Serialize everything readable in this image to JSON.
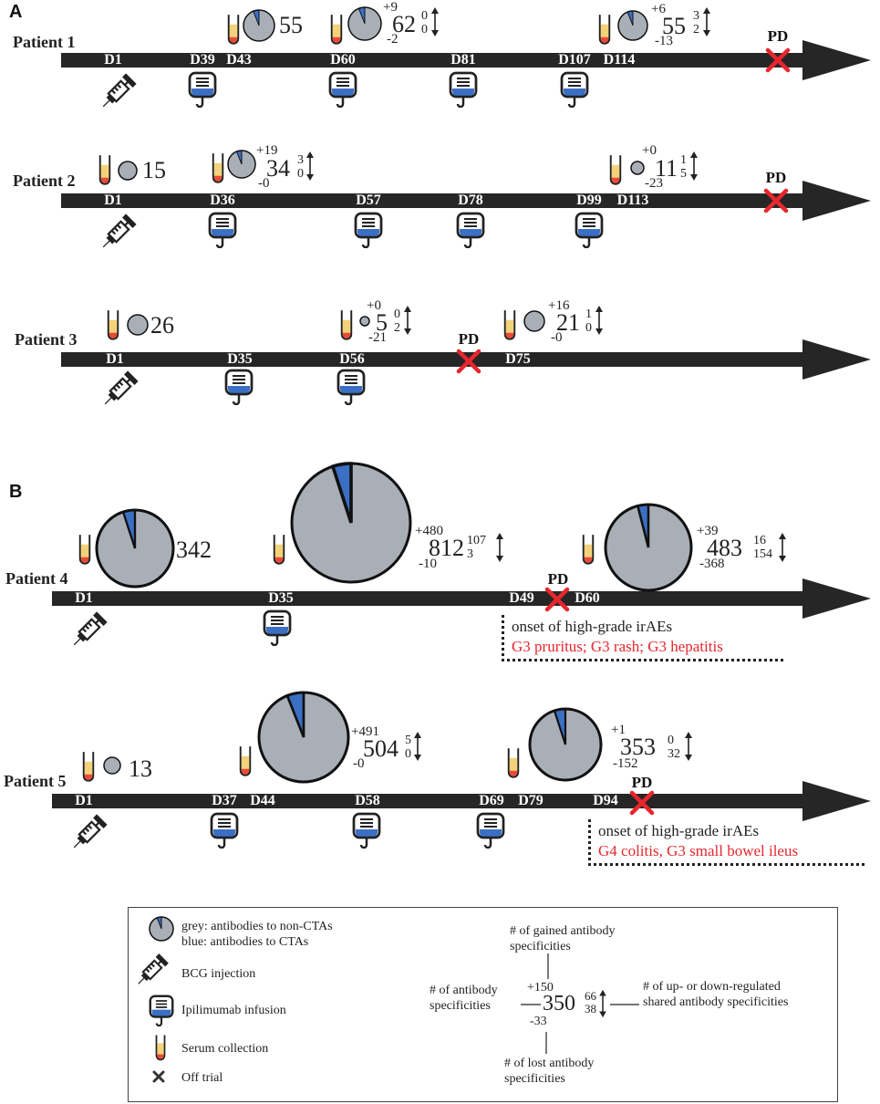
{
  "panels": {
    "a": "A",
    "b": "B"
  },
  "patients": [
    {
      "label": "Patient 1",
      "days": [
        "D1",
        "D39",
        "D43",
        "D60",
        "D81",
        "D107",
        "D114"
      ],
      "pd": "PD",
      "samples": [
        {
          "total": "55",
          "blue_fraction": 0.06
        },
        {
          "total": "62",
          "gain": "+9",
          "lost": "-2",
          "up": "0",
          "down": "0",
          "blue_fraction": 0.06
        },
        {
          "total": "55",
          "gain": "+6",
          "lost": "-13",
          "up": "3",
          "down": "2",
          "blue_fraction": 0.06
        }
      ]
    },
    {
      "label": "Patient 2",
      "days": [
        "D1",
        "D36",
        "D57",
        "D78",
        "D99",
        "D113"
      ],
      "pd": "PD",
      "samples": [
        {
          "total": "15",
          "blue_fraction": 0
        },
        {
          "total": "34",
          "gain": "+19",
          "lost": "-0",
          "up": "3",
          "down": "0",
          "blue_fraction": 0.06
        },
        {
          "total": "11",
          "gain": "+0",
          "lost": "-23",
          "up": "1",
          "down": "5",
          "blue_fraction": 0
        }
      ]
    },
    {
      "label": "Patient 3",
      "days": [
        "D1",
        "D35",
        "D56",
        "D75"
      ],
      "pd": "PD",
      "samples": [
        {
          "total": "26",
          "blue_fraction": 0
        },
        {
          "total": "5",
          "gain": "+0",
          "lost": "-21",
          "up": "0",
          "down": "2",
          "blue_fraction": 0
        },
        {
          "total": "21",
          "gain": "+16",
          "lost": "-0",
          "up": "1",
          "down": "0",
          "blue_fraction": 0
        }
      ]
    },
    {
      "label": "Patient 4",
      "days": [
        "D1",
        "D35",
        "D49",
        "D60"
      ],
      "pd": "PD",
      "samples": [
        {
          "total": "342",
          "blue_fraction": 0.05
        },
        {
          "total": "812",
          "gain": "+480",
          "lost": "-10",
          "up": "107",
          "down": "3",
          "blue_fraction": 0.05
        },
        {
          "total": "483",
          "gain": "+39",
          "lost": "-368",
          "up": "16",
          "down": "154",
          "blue_fraction": 0.04
        }
      ],
      "note": {
        "line1": "onset of high-grade irAEs",
        "line2": "G3 pruritus; G3 rash; G3 hepatitis"
      }
    },
    {
      "label": "Patient 5",
      "days": [
        "D1",
        "D37",
        "D44",
        "D58",
        "D69",
        "D79",
        "D94"
      ],
      "pd": "PD",
      "samples": [
        {
          "total": "13",
          "blue_fraction": 0
        },
        {
          "total": "504",
          "gain": "+491",
          "lost": "-0",
          "up": "5",
          "down": "0",
          "blue_fraction": 0.06
        },
        {
          "total": "353",
          "gain": "+1",
          "lost": "-152",
          "up": "0",
          "down": "32",
          "blue_fraction": 0.05
        }
      ],
      "note": {
        "line1": "onset of high-grade irAEs",
        "line2": "G4 colitis, G3 small bowel ileus"
      }
    }
  ],
  "legend": {
    "pie_line1": "grey: antibodies to non-CTAs",
    "pie_line2": "blue: antibodies to CTAs",
    "bcg": "BCG injection",
    "ipi": "Ipilimumab infusion",
    "serum": "Serum collection",
    "off": "Off trial",
    "gained": "# of gained antibody specificities",
    "total": "# of antibody specificities",
    "updown": "# of up- or down-regulated shared antibody specificities",
    "lost": "# of lost antibody specificities",
    "example": {
      "total": "350",
      "gain": "+150",
      "lost": "-33",
      "up": "66",
      "down": "38"
    }
  },
  "colors": {
    "arrow": "#262626",
    "grey": "#a9afb6",
    "blue": "#3a6fc4",
    "serum": "#f3d27a",
    "serum_bottom": "#e84b3a",
    "cross": "#e8262d",
    "red_text": "#e8262d"
  }
}
